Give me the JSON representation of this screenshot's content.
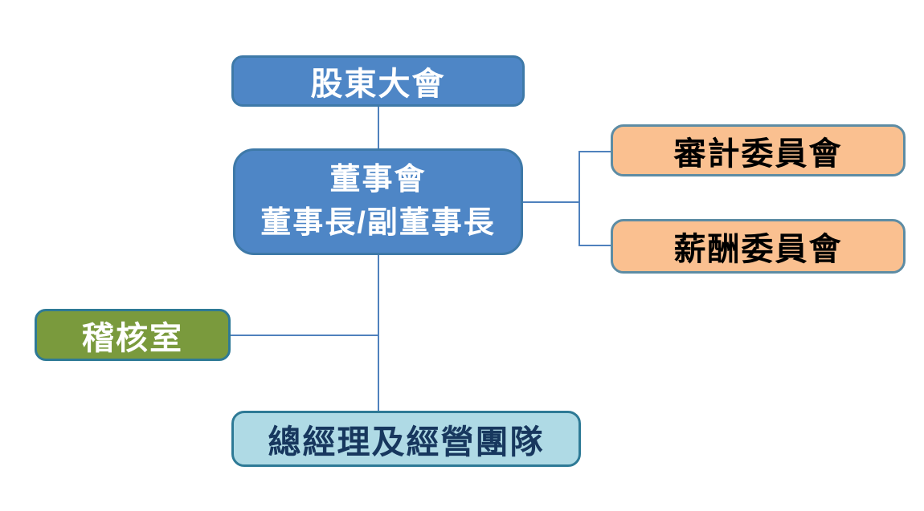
{
  "diagram": {
    "type": "org-chart",
    "language": "zh-TW",
    "nodes": {
      "shareholders": {
        "label": "股東大會"
      },
      "board": {
        "label_line1": "董事會",
        "label_line2": "董事長/副董事長"
      },
      "audit_committee": {
        "label": "審計委員會"
      },
      "compensation_committee": {
        "label": "薪酬委員會"
      },
      "audit_office": {
        "label": "稽核室"
      },
      "gm_team": {
        "label": "總經理及經營團隊"
      }
    },
    "edges": [
      {
        "from": "shareholders",
        "to": "board"
      },
      {
        "from": "board",
        "to": "audit_committee"
      },
      {
        "from": "board",
        "to": "compensation_committee"
      },
      {
        "from": "board",
        "to": "gm_team"
      },
      {
        "from": "audit_office",
        "to": "board_gm_trunk"
      }
    ],
    "colors": {
      "blue_fill": "#4E86C6",
      "blue_border": "#3E79A8",
      "peach_fill": "#FAC090",
      "peach_border": "#5D8CA4",
      "green_fill": "#7A9A3D",
      "teal_border": "#2E7A96",
      "lightblue_fill": "#AFDAE5",
      "dark_navy_text": "#17375E",
      "connector": "#4F81BD",
      "background": "#FFFFFF"
    }
  }
}
